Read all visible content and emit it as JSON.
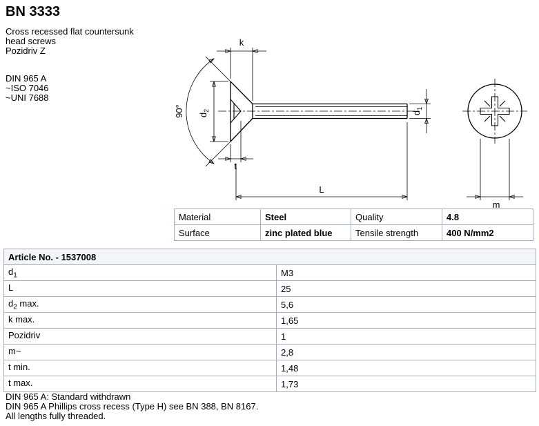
{
  "header": {
    "title": "BN 3333",
    "description": [
      "Cross recessed flat countersunk head screws",
      "Pozidriv Z"
    ],
    "standards": [
      "DIN 965 A",
      "~ISO 7046",
      "~UNI 7688"
    ]
  },
  "drawing": {
    "labels": {
      "k": "k",
      "L": "L",
      "t": "t",
      "m": "m",
      "angle": "90°",
      "d1_main": "d",
      "d1_sub": "1",
      "d2_main": "d",
      "d2_sub": "2"
    }
  },
  "material_table": {
    "rows": [
      {
        "label1": "Material",
        "value1": "Steel",
        "label2": "Quality",
        "value2": "4.8"
      },
      {
        "label1": "Surface",
        "value1": "zinc plated blue",
        "label2": "Tensile strength",
        "value2": "400 N/mm2"
      }
    ]
  },
  "article_table": {
    "header": "Article No. - 1537008",
    "rows": [
      {
        "param": "d",
        "sub": "1",
        "rest": "",
        "value": "M3"
      },
      {
        "param": "L",
        "sub": "",
        "rest": "",
        "value": "25"
      },
      {
        "param": "d",
        "sub": "2",
        "rest": " max.",
        "value": "5,6"
      },
      {
        "param": "k max.",
        "sub": "",
        "rest": "",
        "value": "1,65"
      },
      {
        "param": "Pozidriv",
        "sub": "",
        "rest": "",
        "value": "1"
      },
      {
        "param": "m~",
        "sub": "",
        "rest": "",
        "value": "2,8"
      },
      {
        "param": "t min.",
        "sub": "",
        "rest": "",
        "value": "1,48"
      },
      {
        "param": "t max.",
        "sub": "",
        "rest": "",
        "value": "1,73"
      }
    ]
  },
  "notes": [
    "DIN 965 A: Standard withdrawn",
    "DIN 965 A Phillips cross recess (Type H) see BN 388, BN 8167.",
    "All lengths fully threaded."
  ],
  "colors": {
    "border": "#a3adc2",
    "header_bg": "#f3f5f9",
    "text": "#000000"
  }
}
